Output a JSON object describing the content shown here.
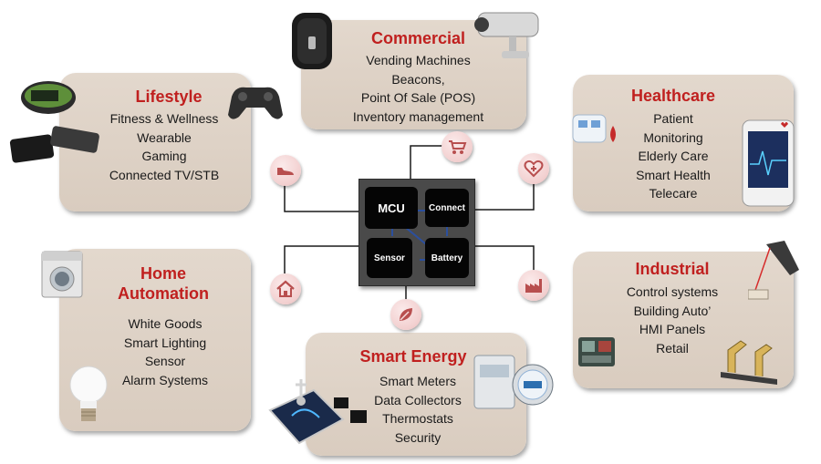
{
  "center": {
    "mcu": "MCU",
    "connect": "Connect",
    "sensor": "Sensor",
    "battery": "Battery"
  },
  "cards": {
    "commercial": {
      "title": "Commercial",
      "items": [
        "Vending Machines",
        "Beacons,",
        "Point Of Sale (POS)",
        "Inventory management"
      ]
    },
    "lifestyle": {
      "title": "Lifestyle",
      "items": [
        "Fitness & Wellness",
        "Wearable",
        "Gaming",
        "Connected TV/STB"
      ]
    },
    "healthcare": {
      "title": "Healthcare",
      "items": [
        "Patient",
        "Monitoring",
        "Elderly Care",
        "Smart Health",
        "Telecare"
      ]
    },
    "home": {
      "title_line1": "Home",
      "title_line2": "Automation",
      "items": [
        "White Goods",
        "Smart Lighting",
        "Sensor",
        "Alarm Systems"
      ]
    },
    "industrial": {
      "title": "Industrial",
      "items": [
        "Control systems",
        "Building Auto’",
        "HMI Panels",
        "Retail"
      ]
    },
    "energy": {
      "title": "Smart Energy",
      "items": [
        "Smart Meters",
        "Data Collectors",
        "Thermostats",
        "Security"
      ]
    }
  },
  "icons": {
    "lifestyle_badge": "shoe-icon",
    "commercial_badge": "cart-icon",
    "healthcare_badge": "heart-plus-icon",
    "home_badge": "house-icon",
    "energy_badge": "leaf-icon",
    "industrial_badge": "factory-icon"
  },
  "colors": {
    "title_red": "#c0201f",
    "card_bg": "#ddd2c6",
    "chip_bg": "#4a4a4a",
    "block_bg": "#050505",
    "wire": "#2b4f9e"
  }
}
